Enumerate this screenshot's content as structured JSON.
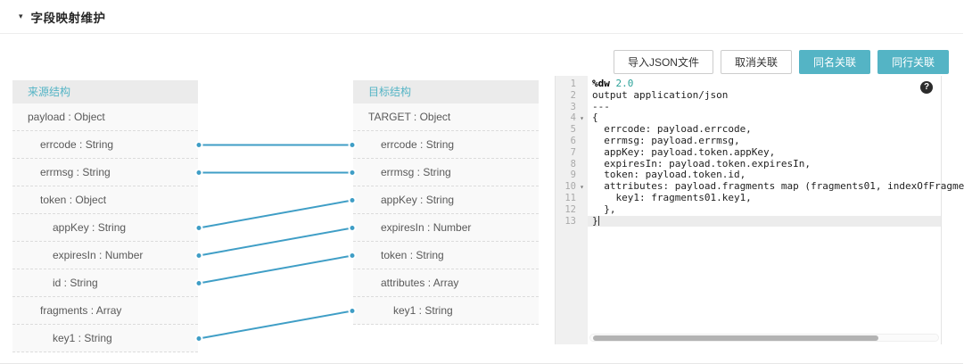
{
  "header": {
    "title": "字段映射维护"
  },
  "toolbar": {
    "buttons": [
      {
        "id": "import-json",
        "label": "导入JSON文件",
        "style": "outline"
      },
      {
        "id": "cancel-association",
        "label": "取消关联",
        "style": "outline"
      },
      {
        "id": "same-name-association",
        "label": "同名关联",
        "style": "primary"
      },
      {
        "id": "same-row-association",
        "label": "同行关联",
        "style": "primary"
      }
    ]
  },
  "source_panel": {
    "title": "来源结构",
    "rows": [
      {
        "label": "payload : Object",
        "indent": 0
      },
      {
        "label": "errcode : String",
        "indent": 1
      },
      {
        "label": "errmsg : String",
        "indent": 1
      },
      {
        "label": "token : Object",
        "indent": 1
      },
      {
        "label": "appKey : String",
        "indent": 2
      },
      {
        "label": "expiresIn : Number",
        "indent": 2
      },
      {
        "label": "id : String",
        "indent": 2
      },
      {
        "label": "fragments : Array",
        "indent": 1
      },
      {
        "label": "key1 : String",
        "indent": 2
      }
    ]
  },
  "target_panel": {
    "title": "目标结构",
    "rows": [
      {
        "label": "TARGET : Object",
        "indent": 0
      },
      {
        "label": "errcode : String",
        "indent": 1
      },
      {
        "label": "errmsg : String",
        "indent": 1
      },
      {
        "label": "appKey : String",
        "indent": 1
      },
      {
        "label": "expiresIn : Number",
        "indent": 1
      },
      {
        "label": "token : String",
        "indent": 1
      },
      {
        "label": "attributes : Array",
        "indent": 1
      },
      {
        "label": "key1 : String",
        "indent": 2
      }
    ]
  },
  "connections": [
    {
      "from_row": 1,
      "to_row": 1
    },
    {
      "from_row": 2,
      "to_row": 2
    },
    {
      "from_row": 4,
      "to_row": 3
    },
    {
      "from_row": 5,
      "to_row": 4
    },
    {
      "from_row": 6,
      "to_row": 5
    },
    {
      "from_row": 8,
      "to_row": 7
    }
  ],
  "editor": {
    "help_icon": "?",
    "lines": [
      {
        "num": "1",
        "fold": false,
        "segments": [
          {
            "text": "%dw",
            "cls": "kw"
          },
          {
            "text": " ",
            "cls": "p"
          },
          {
            "text": "2.0",
            "cls": "lit"
          }
        ]
      },
      {
        "num": "2",
        "fold": false,
        "segments": [
          {
            "text": "output application/json",
            "cls": "p"
          }
        ]
      },
      {
        "num": "3",
        "fold": false,
        "segments": [
          {
            "text": "---",
            "cls": "p"
          }
        ]
      },
      {
        "num": "4",
        "fold": true,
        "segments": [
          {
            "text": "{",
            "cls": "p"
          }
        ]
      },
      {
        "num": "5",
        "fold": false,
        "segments": [
          {
            "text": "  errcode: payload.errcode,",
            "cls": "p"
          }
        ]
      },
      {
        "num": "6",
        "fold": false,
        "segments": [
          {
            "text": "  errmsg: payload.errmsg,",
            "cls": "p"
          }
        ]
      },
      {
        "num": "7",
        "fold": false,
        "segments": [
          {
            "text": "  appKey: payload.token.appKey,",
            "cls": "p"
          }
        ]
      },
      {
        "num": "8",
        "fold": false,
        "segments": [
          {
            "text": "  expiresIn: payload.token.expiresIn,",
            "cls": "p"
          }
        ]
      },
      {
        "num": "9",
        "fold": false,
        "segments": [
          {
            "text": "  token: payload.token.id,",
            "cls": "p"
          }
        ]
      },
      {
        "num": "10",
        "fold": true,
        "segments": [
          {
            "text": "  attributes: payload.fragments map (fragments01, indexOfFragme",
            "cls": "p"
          }
        ]
      },
      {
        "num": "11",
        "fold": false,
        "segments": [
          {
            "text": "    key1: fragments01.key1,",
            "cls": "p"
          }
        ]
      },
      {
        "num": "12",
        "fold": false,
        "segments": [
          {
            "text": "  },",
            "cls": "p"
          }
        ]
      },
      {
        "num": "13",
        "fold": false,
        "active": true,
        "cursor": true,
        "segments": [
          {
            "text": "}",
            "cls": "p"
          }
        ]
      }
    ]
  },
  "colors": {
    "accent_teal": "#54b4c5",
    "connector_blue": "#3f9ec6",
    "panel_header_bg": "#ebebeb",
    "code_literal_teal": "#2aa198"
  }
}
